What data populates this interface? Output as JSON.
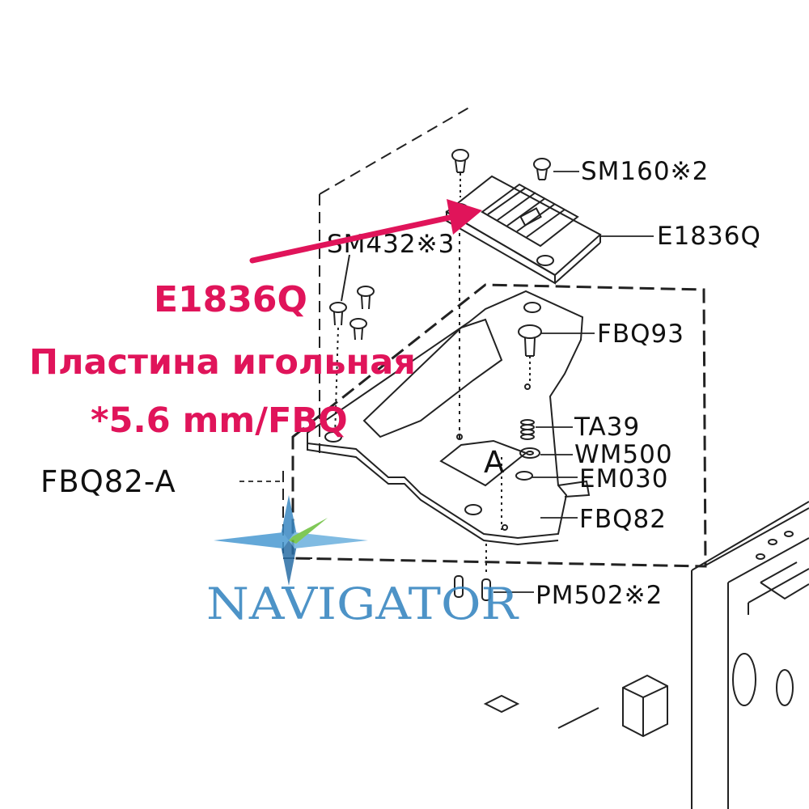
{
  "parts": {
    "sm160": "SM160※2",
    "e1836q": "E1836Q",
    "sm432": "SM432※3",
    "fbq93": "FBQ93",
    "ta39": "TA39",
    "wm500": "WM500",
    "a_mark": "A",
    "em030": "EM030",
    "fbq82_a": "FBQ82-A",
    "fbq82": "FBQ82",
    "pm502": "PM502※2"
  },
  "annotation": {
    "code": "E1836Q",
    "name": "Пластина игольная",
    "spec": "*5.6 mm/FBQ",
    "color": "#e0145a"
  },
  "watermark": {
    "brand": "NAVIGATOR",
    "colors": {
      "primary": "#3a88c2",
      "accent": "#6abf3a"
    }
  }
}
